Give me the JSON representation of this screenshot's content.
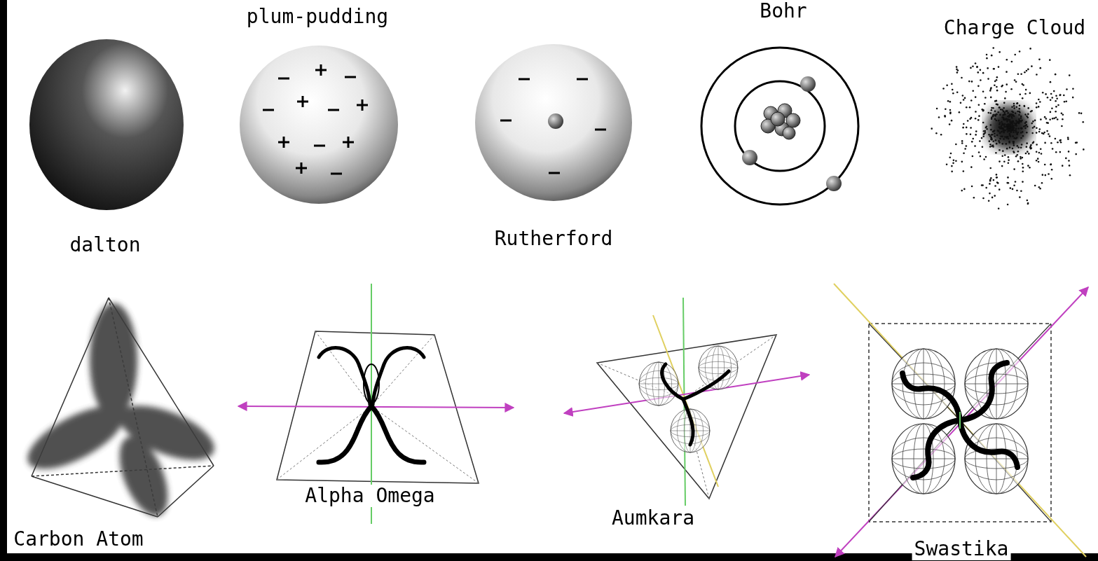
{
  "diagram": {
    "labels": [
      "plum-pudding",
      "Bohr",
      "Charge Cloud",
      "dalton",
      "Rutherford",
      "Carbon Atom",
      "Alpha Omega",
      "Aumkara",
      "Swastika"
    ]
  }
}
